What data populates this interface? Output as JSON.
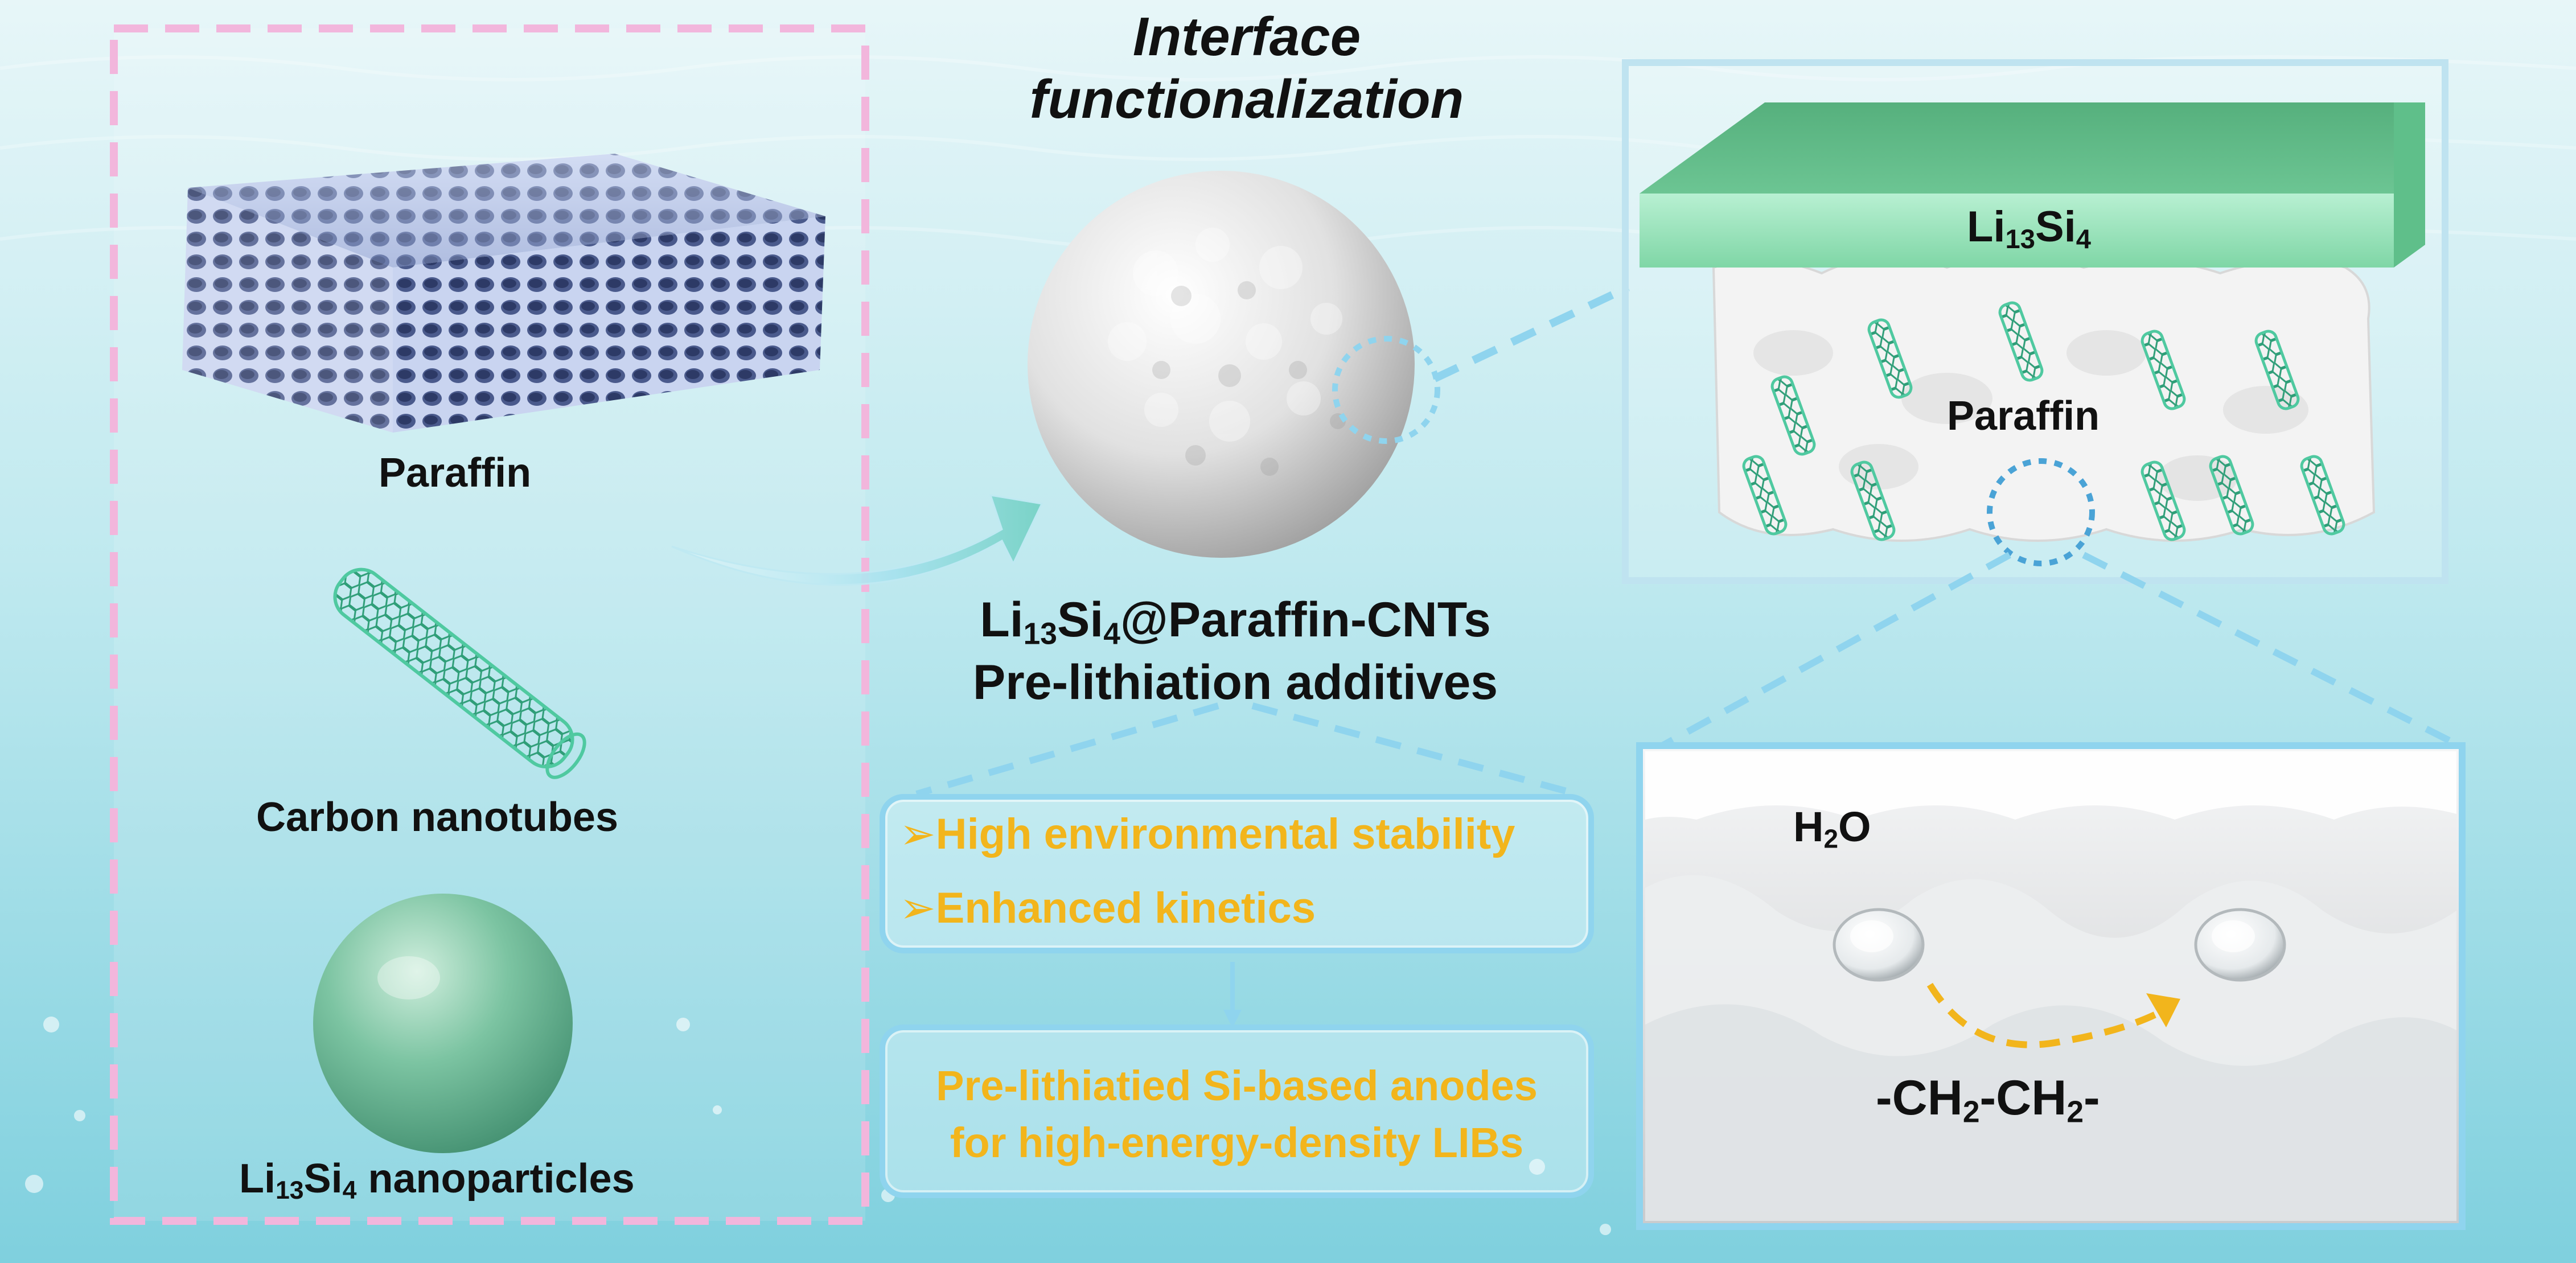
{
  "title": {
    "line1": "Interface",
    "line2": "functionalization"
  },
  "left_panel": {
    "foam_label": "Paraffin",
    "nanotube_label": "Carbon nanotubes",
    "particle_label": {
      "pre": "Li",
      "sub1": "13",
      "mid": "Si",
      "sub2": "4",
      "post": " nanoparticles"
    }
  },
  "center": {
    "composite_label": {
      "pre": "Li",
      "sub1": "13",
      "mid": "Si",
      "sub2": "4",
      "post": "@Paraffin-CNTs"
    },
    "additive_label": "Pre-lithiation additives"
  },
  "benefits": {
    "item1": "➢High environmental stability",
    "item2": "➢Enhanced kinetics"
  },
  "result": {
    "line1": "Pre-lithiatied Si-based anodes",
    "line2": "for high-energy-density LIBs"
  },
  "zoom_top": {
    "slab_label": {
      "pre": "Li",
      "sub1": "13",
      "mid": "Si",
      "sub2": "4"
    },
    "layer_label": "Paraffin"
  },
  "zoom_bottom": {
    "water_label": {
      "pre": "H",
      "sub1": "2",
      "post": "O"
    },
    "chain_label": {
      "pre": "-CH",
      "sub1": "2",
      "mid": "-CH",
      "sub2": "2",
      "post": "-"
    }
  },
  "colors": {
    "accent_yellow": "#f2b51c",
    "pink_dash": "#f2b6dc",
    "frame_blue": "#8fd4ee",
    "cnt_green": "#4fc9a0",
    "slab_green": "#5fbf8a"
  }
}
